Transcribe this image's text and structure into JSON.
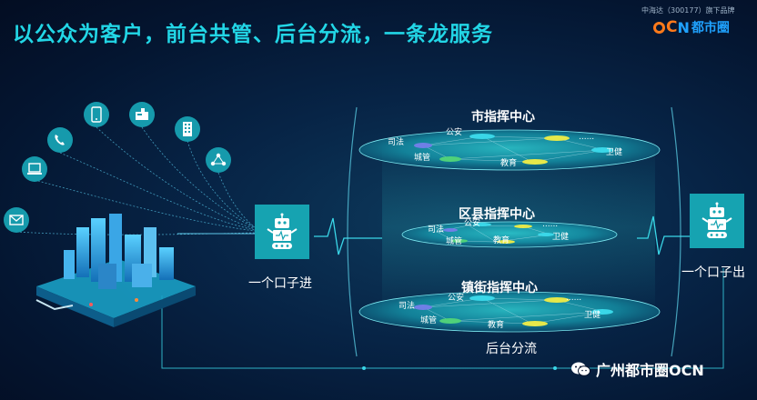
{
  "header": {
    "title": "以公众为客户，前台共管、后台分流，一条龙服务",
    "sub_brand": "中海达（300177）旗下品牌",
    "logo": {
      "oc": "C",
      "cn": "N",
      "name": "都市圈"
    }
  },
  "left": {
    "entry_label": "一个口子进",
    "channel_icons": [
      "mail-icon",
      "laptop-icon",
      "phone-icon",
      "mobile-icon",
      "mailbox-icon",
      "building-icon",
      "network-icon"
    ]
  },
  "right": {
    "exit_label": "一个口子出"
  },
  "centers": [
    {
      "title": "市指挥中心",
      "nodes": {
        "a": "公安",
        "b": "司法",
        "c": "城管",
        "d": "教育",
        "e": "卫健",
        "f": "......"
      }
    },
    {
      "title": "区县指挥中心",
      "nodes": {
        "a": "公安",
        "b": "司法",
        "c": "城管",
        "d": "教育",
        "e": "卫健",
        "f": "......"
      }
    },
    {
      "title": "镇街指挥中心",
      "nodes": {
        "a": "公安",
        "b": "司法",
        "c": "城管",
        "d": "教育",
        "e": "卫健",
        "f": "......"
      }
    }
  ],
  "bottom": {
    "label": "后台分流"
  },
  "watermark": {
    "text": "广州都市圈OCN"
  },
  "colors": {
    "accent": "#22d6e6",
    "teal": "#16a3b1",
    "node_yellow": "#e6e84a",
    "node_cyan": "#3ad7e8",
    "node_green": "#4fd17a",
    "node_purple": "#6f7fe6"
  }
}
